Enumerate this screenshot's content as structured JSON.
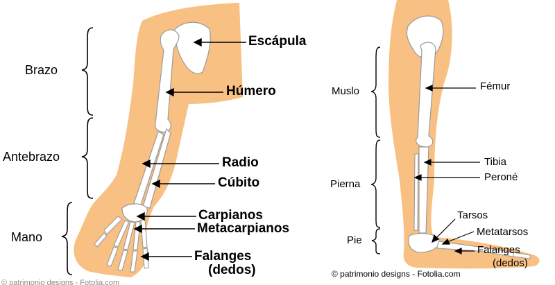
{
  "colors": {
    "skin": "#f8c083",
    "bone": "#ffffff",
    "bone_outline": "#9a9a9a",
    "text": "#000000"
  },
  "arm": {
    "regions": {
      "brazo": "Brazo",
      "antebrazo": "Antebrazo",
      "mano": "Mano"
    },
    "bones": {
      "escapula": "Escápula",
      "humero": "Húmero",
      "radio": "Radio",
      "cubito": "Cúbito",
      "carpianos": "Carpianos",
      "metacarpianos": "Metacarpianos",
      "falanges": "Falanges",
      "falanges_note": "(dedos)"
    },
    "credit_faded": "© patrimonio designs - Fotolia.com"
  },
  "leg": {
    "regions": {
      "muslo": "Muslo",
      "pierna": "Pierna",
      "pie": "Pie"
    },
    "bones": {
      "femur": "Fémur",
      "tibia": "Tibia",
      "perone": "Peroné",
      "tarsos": "Tarsos",
      "metatarsos": "Metatarsos",
      "falanges": "Falanges",
      "falanges_note": "(dedos)"
    },
    "credit": "© patrimonio designs - Fotolia.com"
  }
}
